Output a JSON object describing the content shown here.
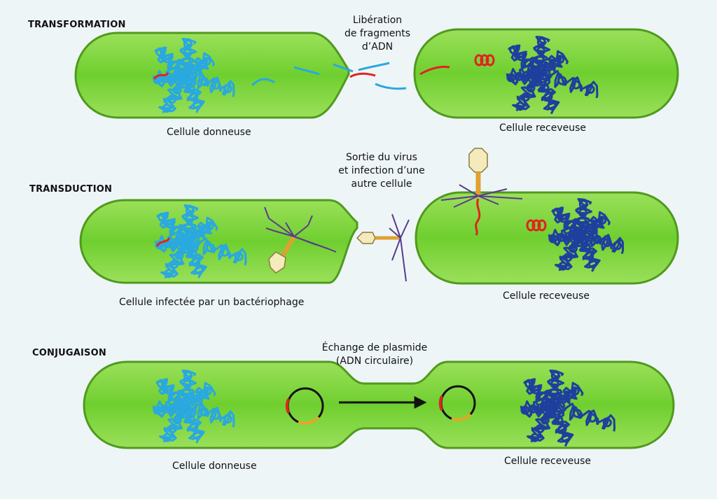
{
  "colors": {
    "background": "#eef5f7",
    "cell_fill": "#7fd23a",
    "cell_stroke": "#4f9a1e",
    "donor_dna": "#2aa8e0",
    "recipient_dna": "#1f3f9e",
    "transferred_dna": "#e02420",
    "phage_legs": "#5a3a8c",
    "phage_tail": "#e0a030",
    "phage_head": "#f4eabc",
    "arrow": "#111111",
    "plasmid_ring": "#111111",
    "plasmid_red_segment": "#e02420",
    "plasmid_yellow_segment": "#e6a52a"
  },
  "transformation": {
    "title": "TRANSFORMATION",
    "donor_label": "Cellule donneuse",
    "recipient_label": "Cellule receveuse",
    "event_label_lines": [
      "Libération",
      "de fragments",
      "d’ADN"
    ]
  },
  "transduction": {
    "title": "TRANSDUCTION",
    "donor_label": "Cellule infectée par un bactériophage",
    "recipient_label": "Cellule receveuse",
    "event_label_lines": [
      "Sortie du virus",
      "et infection d’une",
      "autre cellule"
    ]
  },
  "conjugation": {
    "title": "CONJUGAISON",
    "donor_label": "Cellule donneuse",
    "recipient_label": "Cellule receveuse",
    "event_label_lines": [
      "Échange de plasmide",
      "(ADN circulaire)"
    ]
  }
}
